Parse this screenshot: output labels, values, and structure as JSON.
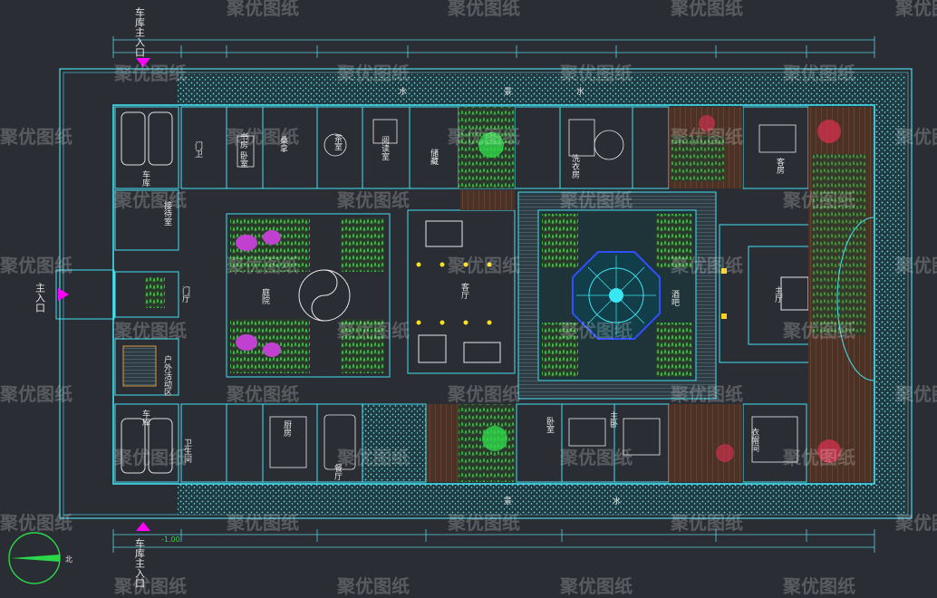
{
  "watermark": "聚优图纸",
  "entrances": {
    "top_garage": "车库主入口",
    "bottom_garage": "车库主入口",
    "main": "主入口"
  },
  "level_mark": "-1.00",
  "compass_label": "北",
  "water_labels": [
    "水",
    "景",
    "水",
    "景",
    "水"
  ],
  "rooms": {
    "garage_top": "车库",
    "garage_bottom": "车库",
    "security": "门卫",
    "study_bedroom": "书房 卧室",
    "sauna": "桑拿",
    "tea_room": "茶室",
    "reading_room": "阅读室",
    "storage": "储藏",
    "laundry": "洗衣房",
    "lobby": "门厅",
    "reception": "接待室",
    "outdoor_area": "户外活动区",
    "courtyard": "庭院",
    "living_hall": "客厅",
    "main_hall": "主厅",
    "bath": "卫生间",
    "kitchen": "厨房",
    "dining": "餐厅",
    "bedroom": "卧室",
    "master_bedroom": "主卧",
    "cloakroom": "衣帽间",
    "guest_room": "客房",
    "bar": "酒吧"
  },
  "colors": {
    "background": "#2a2d33",
    "walls": "#44e0f0",
    "water": "#36c8d6",
    "greenery": "#2ee84a",
    "deck": "#5a3a2a",
    "accent_magenta": "#ff00ff"
  }
}
